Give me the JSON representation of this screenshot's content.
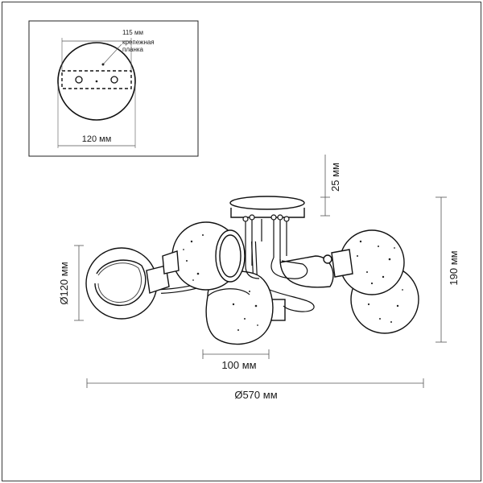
{
  "inset": {
    "width_label": "115 мм",
    "plate_label_line1": "крепежная",
    "plate_label_line2": "планка",
    "diameter_label": "120 мм"
  },
  "dimensions": {
    "canopy_height": "25 мм",
    "total_height": "190 мм",
    "shade_diameter": "Ø120 мм",
    "shade_depth": "100 мм",
    "overall_diameter": "Ø570 мм"
  },
  "colors": {
    "line": "#1a1a1a",
    "dim_line": "#555555"
  }
}
